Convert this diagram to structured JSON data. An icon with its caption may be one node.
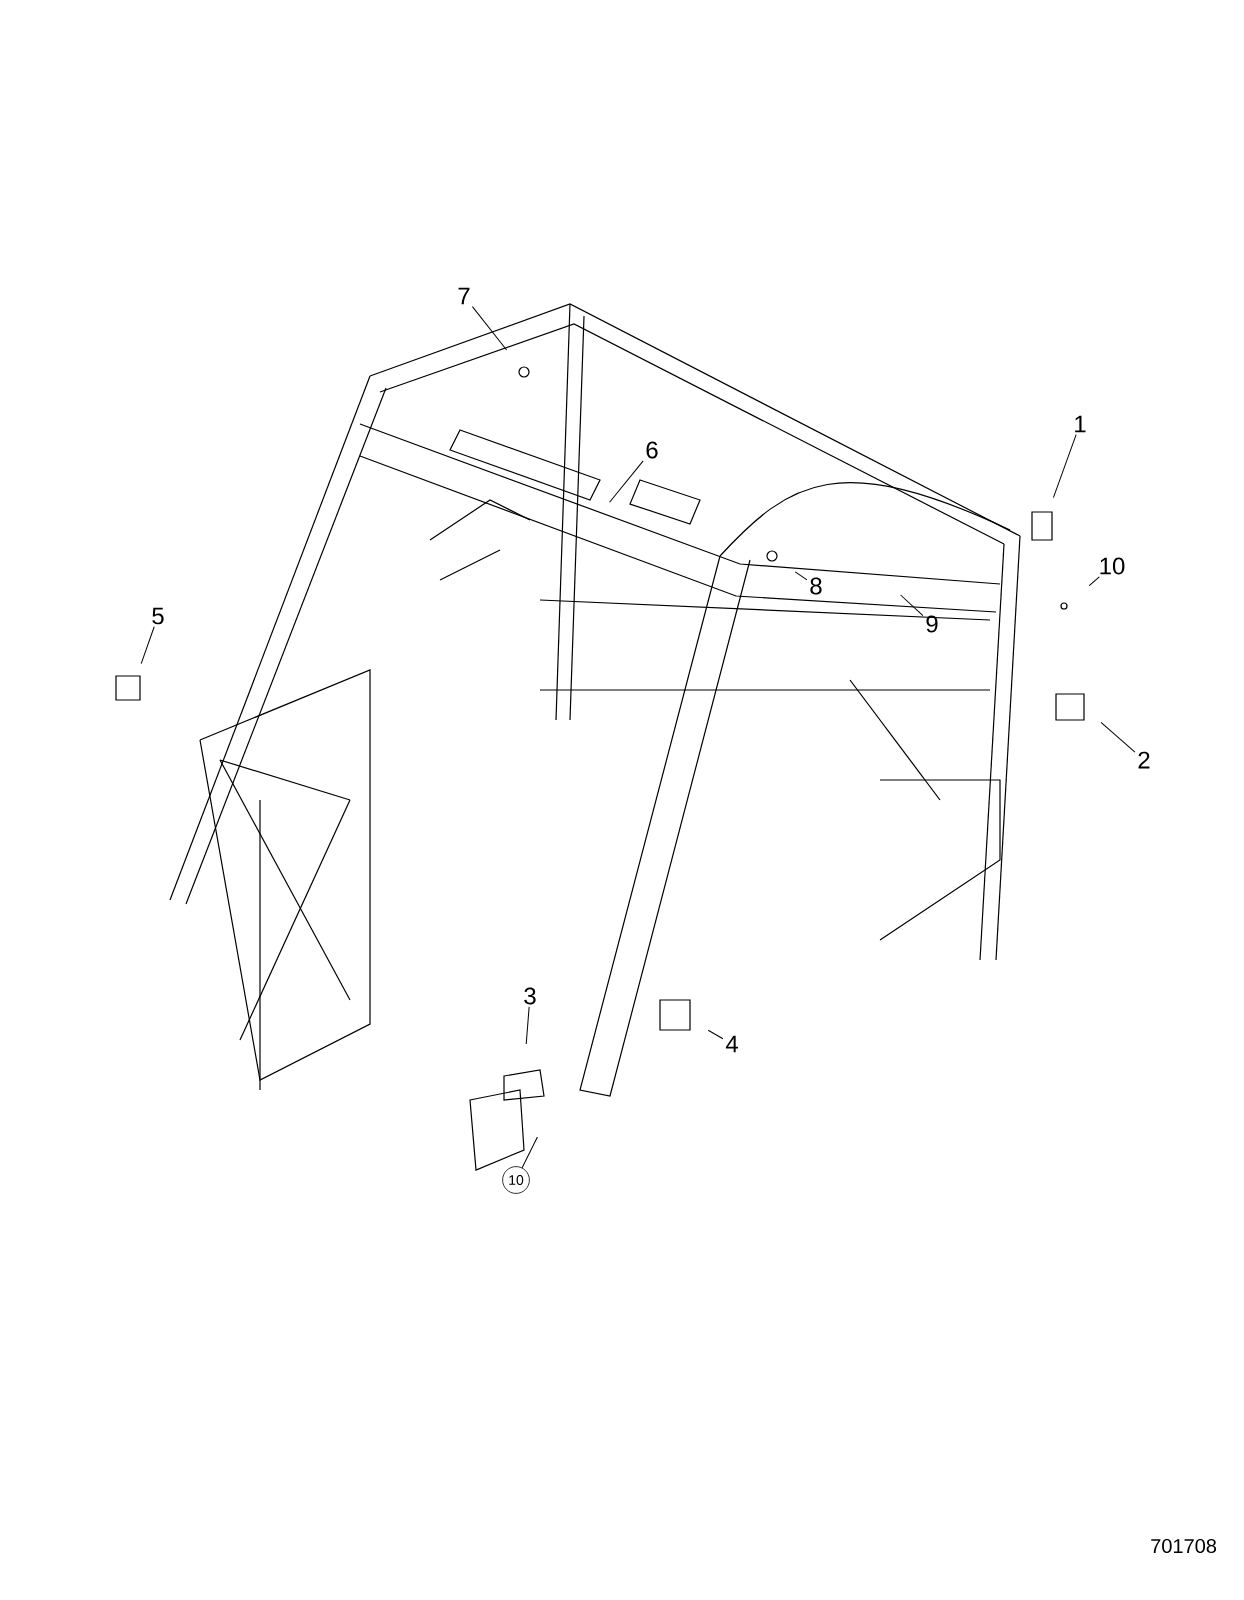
{
  "diagram": {
    "nodes": [
      {
        "text": [
          "7"
        ]
      },
      {
        "text": [
          "6"
        ]
      },
      {
        "text": [
          "1"
        ]
      },
      {
        "text": [
          "10"
        ]
      },
      {
        "text": [
          "5"
        ]
      },
      {
        "text": [
          "9"
        ]
      },
      {
        "text": [
          "2"
        ]
      },
      {
        "text": [
          "8"
        ]
      },
      {
        "text": [
          "3"
        ]
      },
      {
        "text": [
          "4"
        ]
      },
      {
        "text": [
          "10"
        ]
      }
    ],
    "edges": [
      {
        "from": 0,
        "to": null,
        "arrow": "none"
      },
      {
        "from": 1,
        "to": null,
        "arrow": "none"
      },
      {
        "from": 2,
        "to": null,
        "arrow": "none"
      },
      {
        "from": 3,
        "to": null,
        "arrow": "none"
      },
      {
        "from": 4,
        "to": null,
        "arrow": "none"
      },
      {
        "from": 5,
        "to": null,
        "arrow": "none"
      },
      {
        "from": 6,
        "to": null,
        "arrow": "none"
      },
      {
        "from": 7,
        "to": null,
        "arrow": "none"
      },
      {
        "from": 8,
        "to": null,
        "arrow": "none"
      },
      {
        "from": 9,
        "to": null,
        "arrow": "none"
      },
      {
        "from": 10,
        "to": null,
        "arrow": "none"
      }
    ],
    "labels": [
      "701708"
    ]
  }
}
